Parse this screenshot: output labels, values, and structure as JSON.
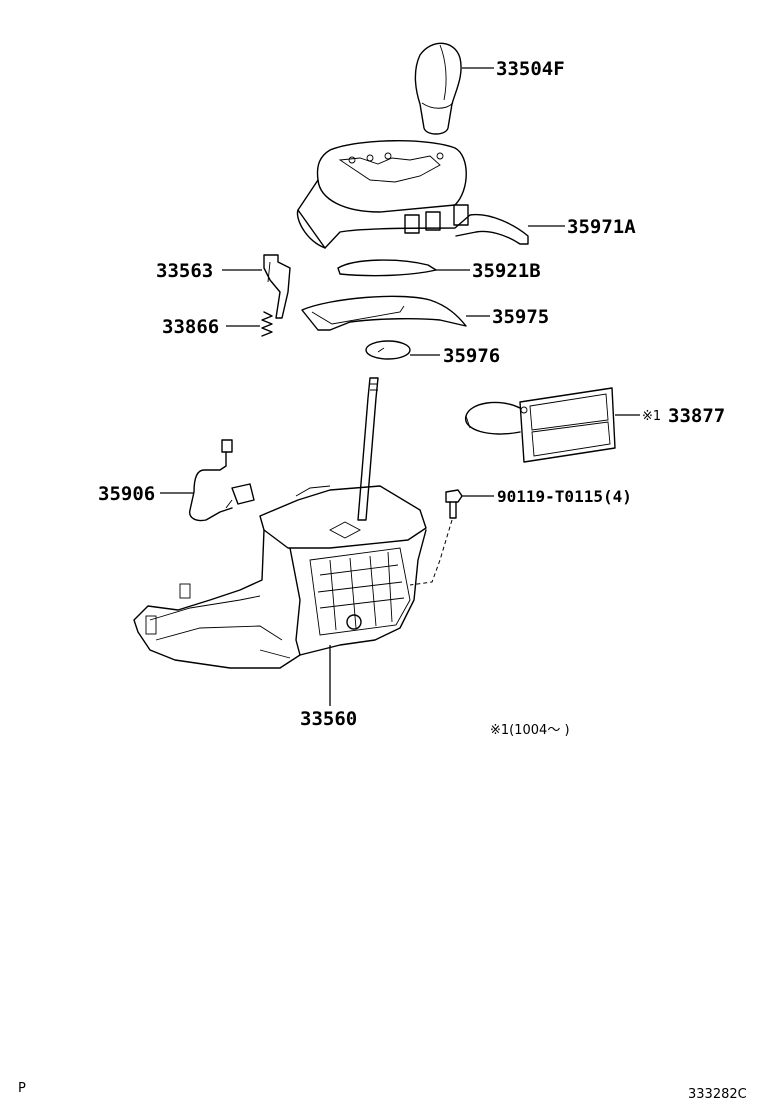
{
  "parts": [
    {
      "id": "p33504F",
      "label": "33504F"
    },
    {
      "id": "p35971A",
      "label": "35971A"
    },
    {
      "id": "p33563",
      "label": "33563"
    },
    {
      "id": "p35921B",
      "label": "35921B"
    },
    {
      "id": "p33866",
      "label": "33866"
    },
    {
      "id": "p35975",
      "label": "35975"
    },
    {
      "id": "p35976",
      "label": "35976"
    },
    {
      "id": "p33877",
      "label": "33877",
      "mark": "※1"
    },
    {
      "id": "p35906",
      "label": "35906"
    },
    {
      "id": "p90119",
      "label": "90119-T0115(4)"
    },
    {
      "id": "p33560",
      "label": "33560"
    }
  ],
  "footnote": "※1(1004～      )",
  "corner_left": "P",
  "corner_right": "333282C"
}
